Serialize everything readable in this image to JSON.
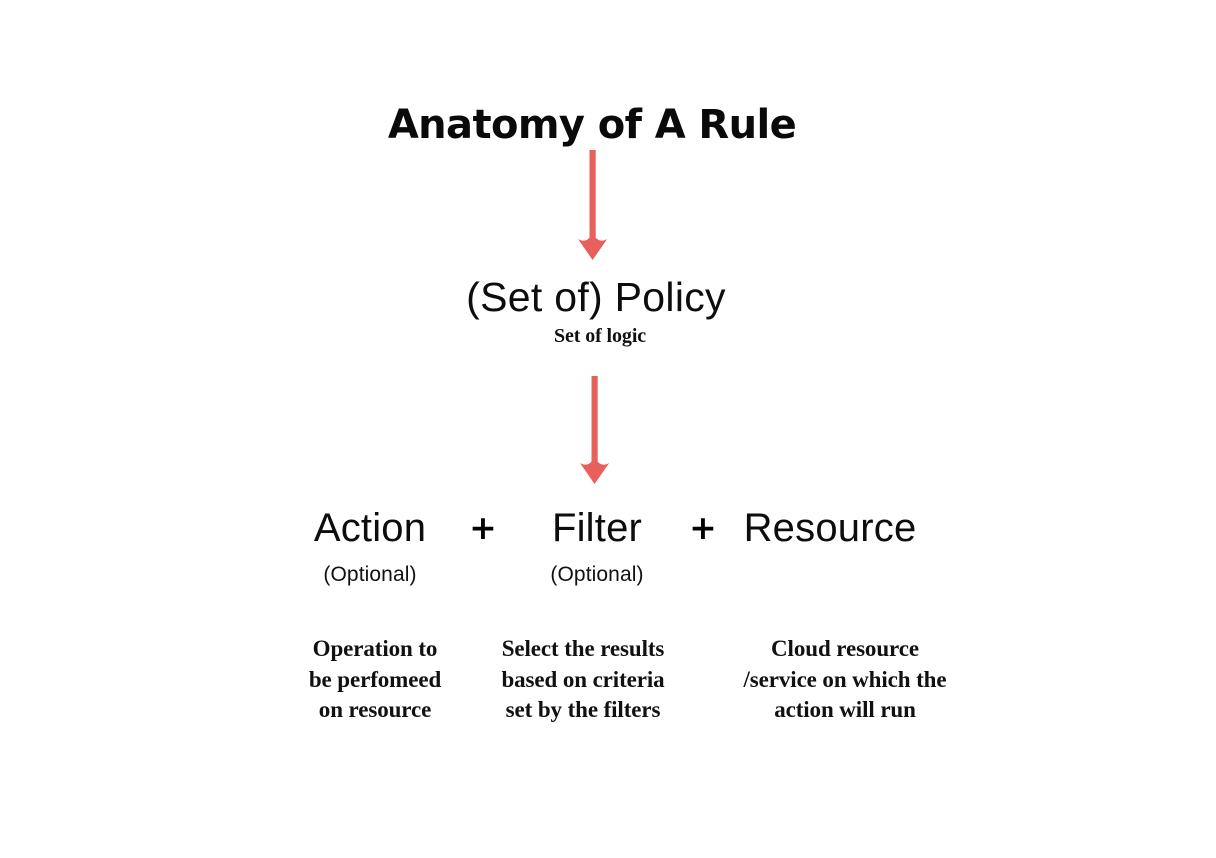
{
  "diagram": {
    "title": "Anatomy of A Rule",
    "accent_color": "#E8605A",
    "background_color": "#FFFFFF",
    "text_color": "#0A0A0A",
    "policy": {
      "name": "(Set of) Policy",
      "subtitle": "Set of logic"
    },
    "operators": {
      "plus_1": "+",
      "plus_2": "+"
    },
    "components": [
      {
        "term": "Action",
        "optional_label": "(Optional)",
        "description_lines": [
          "Operation to",
          "be perfomeed",
          "on resource"
        ]
      },
      {
        "term": "Filter",
        "optional_label": "(Optional)",
        "description_lines": [
          "Select the results",
          "based on criteria",
          "set by the filters"
        ]
      },
      {
        "term": "Resource",
        "optional_label": "",
        "description_lines": [
          "Cloud resource",
          "/service on which the",
          "action will run"
        ]
      }
    ],
    "arrows": [
      {
        "name": "arrow-title-to-policy",
        "direction": "down"
      },
      {
        "name": "arrow-policy-to-components",
        "direction": "down"
      }
    ]
  }
}
